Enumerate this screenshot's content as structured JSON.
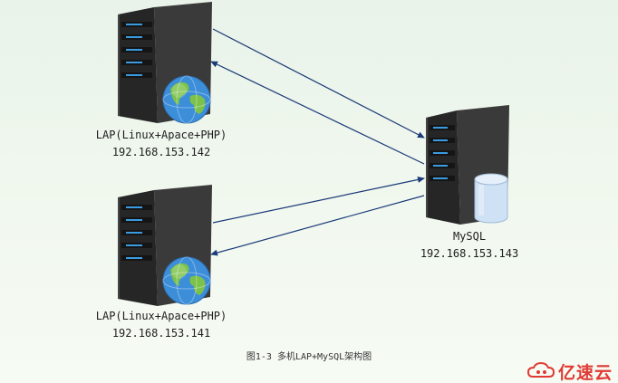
{
  "nodes": {
    "lap_top": {
      "name": "LAP(Linux+Apace+PHP)",
      "ip": "192.168.153.142",
      "icon": "globe-icon"
    },
    "lap_bottom": {
      "name": "LAP(Linux+Apace+PHP)",
      "ip": "192.168.153.141",
      "icon": "globe-icon"
    },
    "mysql": {
      "name": "MySQL",
      "ip": "192.168.153.143",
      "icon": "database-cylinder-icon"
    }
  },
  "caption": "图1-3 多机LAP+MySQL架构图",
  "watermark": {
    "text": "亿速云",
    "icon": "cloud-logo-icon"
  },
  "colors": {
    "arrow": "#1a3a78",
    "server_body": "#2b2b2b",
    "drive_light": "#3a9be0",
    "globe_ocean": "#3d8ed9",
    "globe_land": "#7cc24a",
    "cylinder": "#cfe1f4",
    "watermark": "#e03a33"
  }
}
